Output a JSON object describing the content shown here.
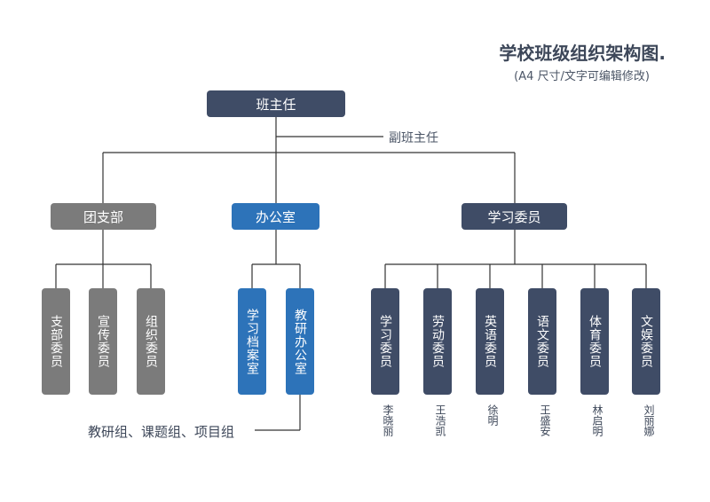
{
  "title": "学校班级组织架构图.",
  "subtitle": "(A4 尺寸/文字可编辑修改)",
  "top": {
    "head": "班主任",
    "deputy": "副班主任"
  },
  "branches": {
    "tuanzhibu": "团支部",
    "bangongshi": "办公室",
    "xuexiweiyuan": "学习委员"
  },
  "tuan_children": [
    "支部委员",
    "宣传委员",
    "组织委员"
  ],
  "office_children": [
    "学习档案室",
    "教研办公室"
  ],
  "office_note": "教研组、课题组、项目组",
  "study_children": [
    "学习委员",
    "劳动委员",
    "英语委员",
    "语文委员",
    "体育委员",
    "文娱委员"
  ],
  "study_names": [
    "李晓丽",
    "王浩凯",
    "徐明",
    "王盛安",
    "林启明",
    "刘丽娜"
  ],
  "colors": {
    "navy": "#3f4c66",
    "gray": "#7b7b7b",
    "blue": "#2d73b9",
    "line": "#333333"
  }
}
